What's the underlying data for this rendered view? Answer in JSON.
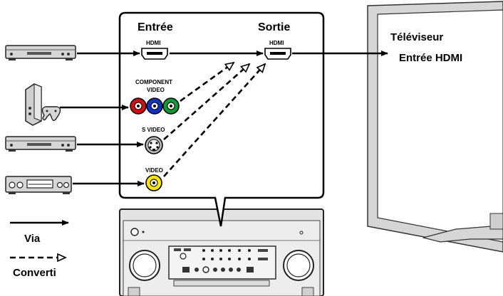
{
  "panel": {
    "input_header": "Entrée",
    "output_header": "Sortie",
    "input_hdmi_label": "HDMI",
    "output_hdmi_label": "HDMI",
    "component_label_line1": "COMPONENT",
    "component_label_line2": "VIDEO",
    "svideo_label": "S VIDEO",
    "video_label": "VIDEO"
  },
  "tv": {
    "name": "Téléviseur",
    "input": "Entrée HDMI"
  },
  "legend": {
    "solid_label": "Via",
    "dashed_label": "Converti"
  },
  "colors": {
    "component_red": "#cc1111",
    "component_blue": "#1133bb",
    "component_green": "#119933",
    "video_yellow": "#ffe600",
    "tv_body": "#d9d9d9",
    "tv_screen": "#ffffff"
  },
  "icons": {
    "source_devices": [
      "dvd-player-icon",
      "game-console-icon",
      "dvd-player-icon",
      "vcr-icon"
    ],
    "receiver": "av-receiver-icon",
    "display": "television-icon"
  }
}
